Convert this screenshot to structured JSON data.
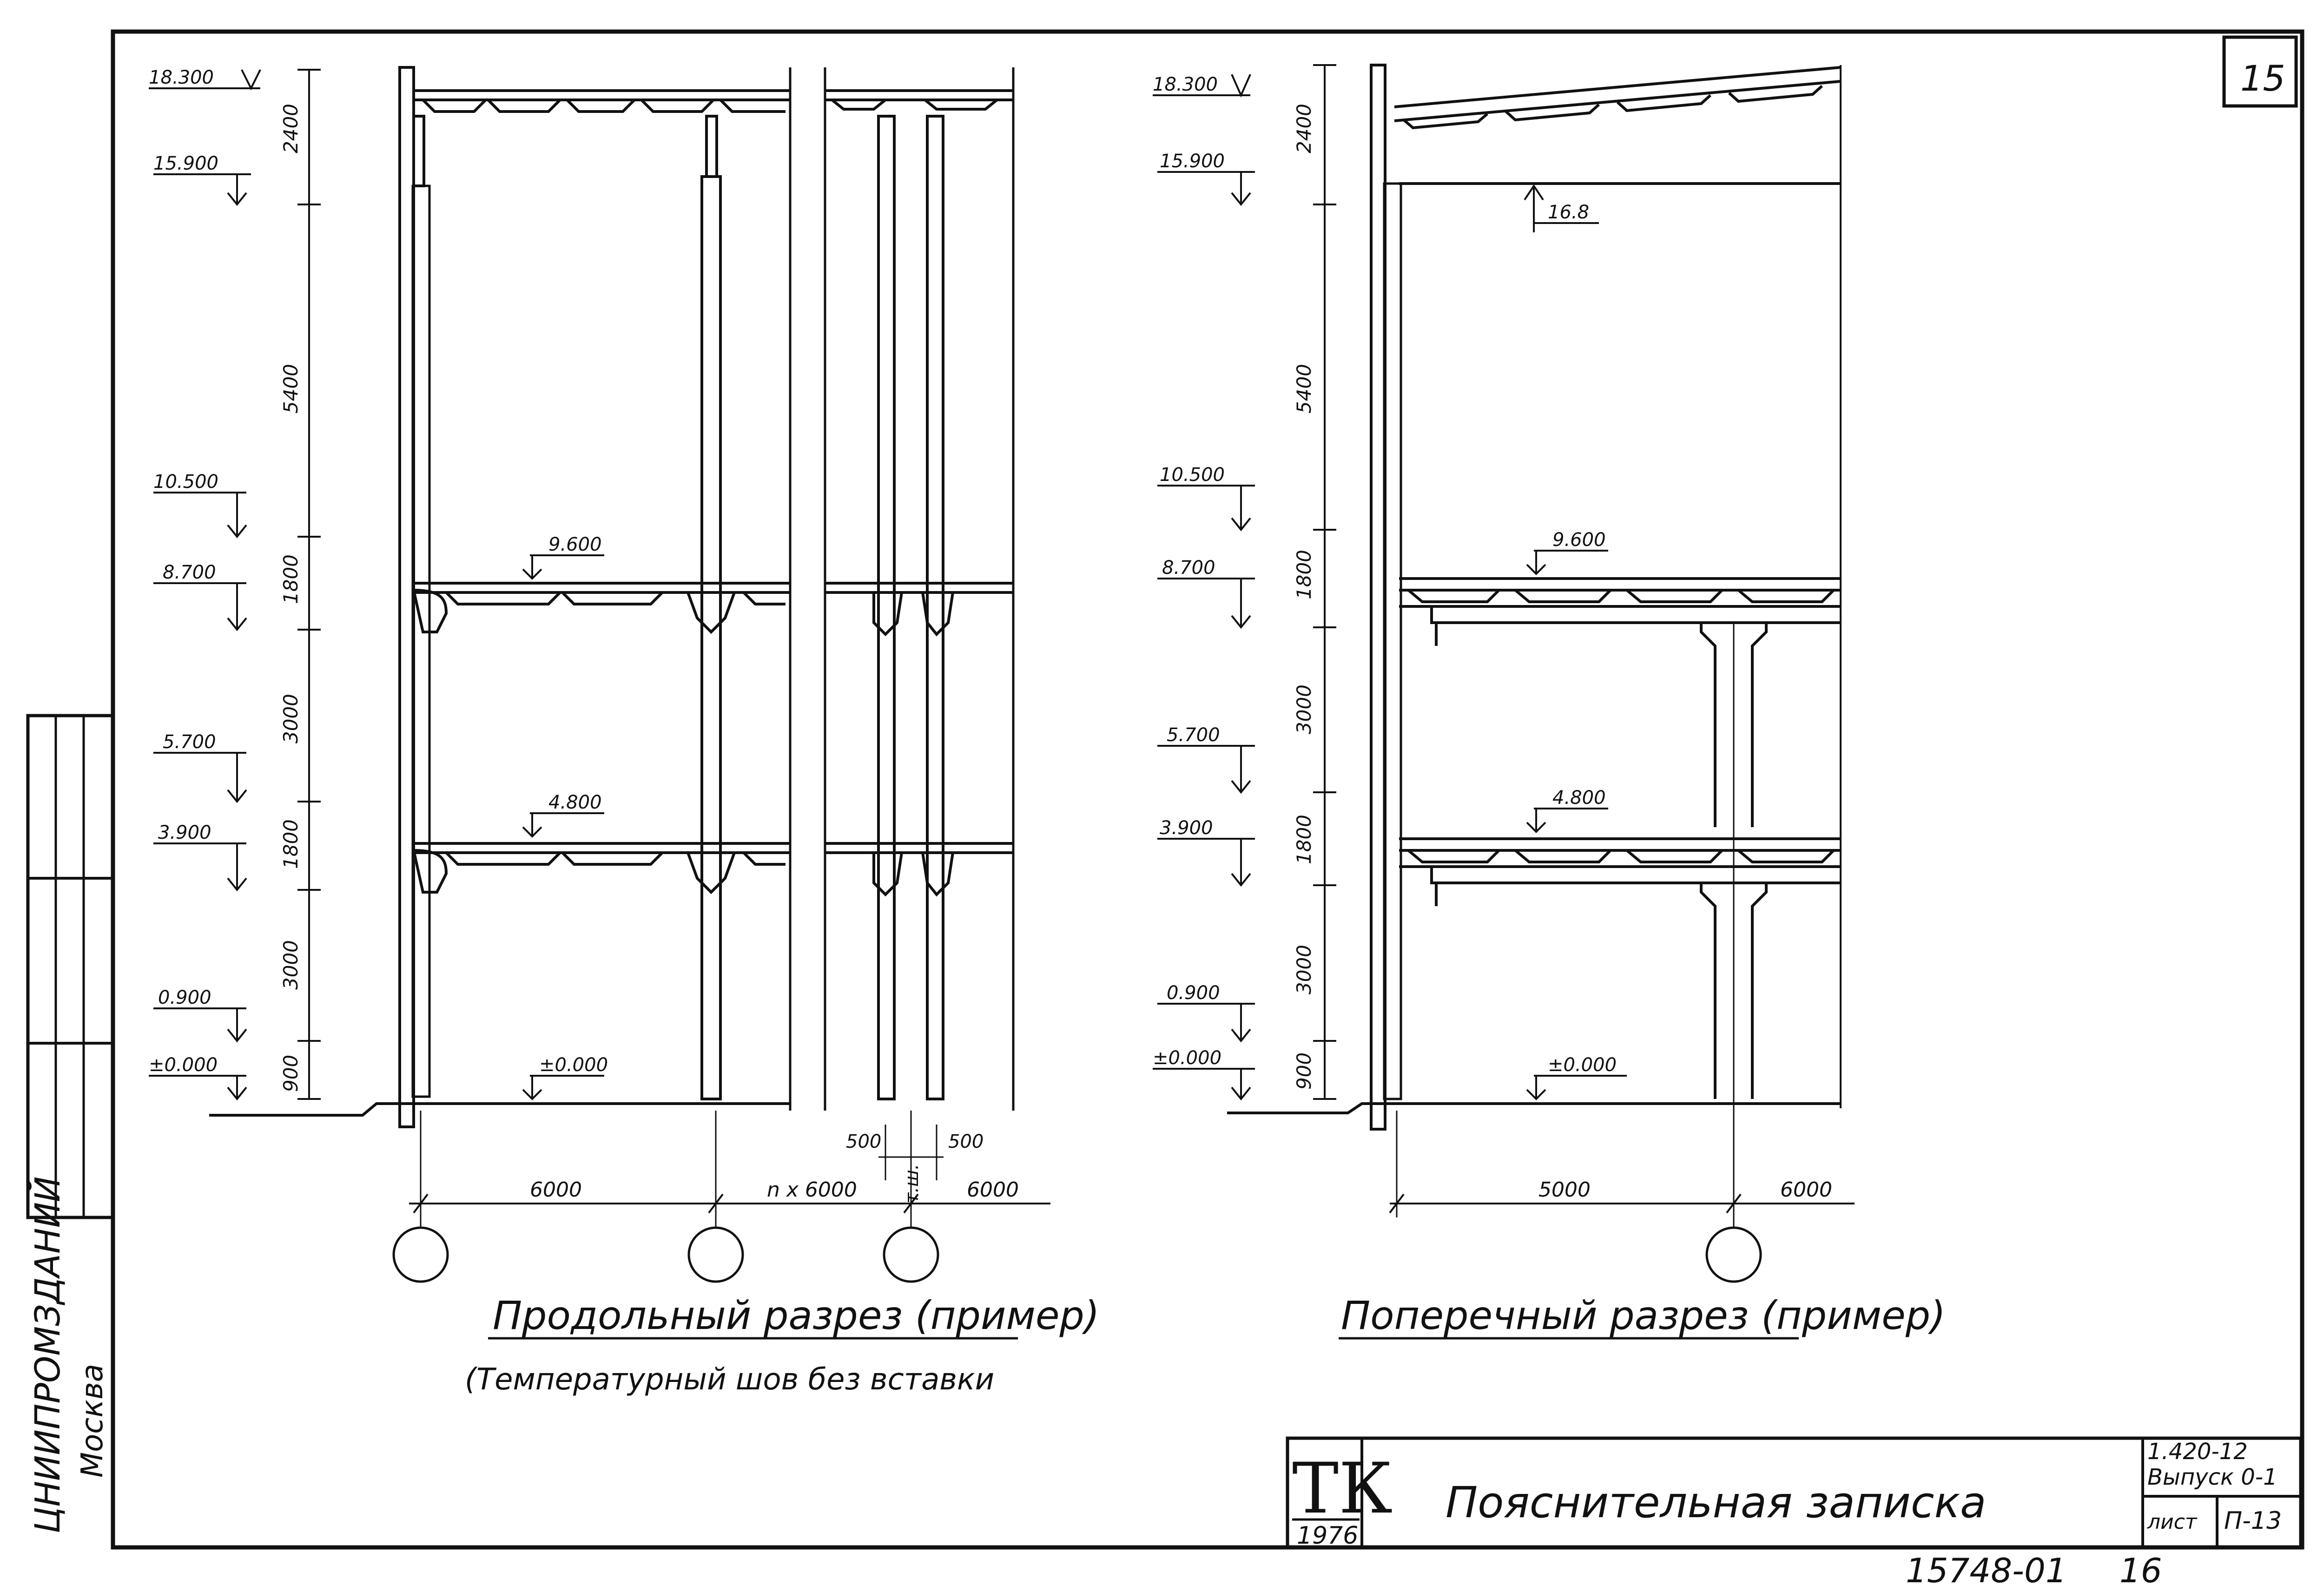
{
  "sheet": {
    "corner_number": "15"
  },
  "left_section": {
    "elevations": [
      {
        "key": "e18300",
        "label": "18.300"
      },
      {
        "key": "e15900",
        "label": "15.900"
      },
      {
        "key": "e10500",
        "label": "10.500"
      },
      {
        "key": "e8700",
        "label": "8.700"
      },
      {
        "key": "e5700",
        "label": "5.700"
      },
      {
        "key": "e3900",
        "label": "3.900"
      },
      {
        "key": "e0900",
        "label": "0.900"
      },
      {
        "key": "e0000",
        "label": "±0.000"
      }
    ],
    "floor_marks": [
      "9.600",
      "4.800",
      "±0.000"
    ],
    "vertical_dims": [
      "2400",
      "5400",
      "1800",
      "3000",
      "1800",
      "3000",
      "900"
    ],
    "horizontal_dims": [
      "6000",
      "n x 6000",
      "6000"
    ],
    "joint_dims": [
      "500",
      "500"
    ],
    "joint_label": "т.ш.",
    "title": "Продольный разрез (пример)",
    "subtitle": "(Температурный шов без вставки"
  },
  "right_section": {
    "elevations": [
      {
        "key": "e18300",
        "label": "18.300"
      },
      {
        "key": "e15900",
        "label": "15.900"
      },
      {
        "key": "e10500",
        "label": "10.500"
      },
      {
        "key": "e8700",
        "label": "8.700"
      },
      {
        "key": "e5700",
        "label": "5.700"
      },
      {
        "key": "e3900",
        "label": "3.900"
      },
      {
        "key": "e0900",
        "label": "0.900"
      },
      {
        "key": "e0000",
        "label": "±0.000"
      }
    ],
    "floor_marks": [
      "9.600",
      "4.800",
      "±0.000"
    ],
    "crane_mark": "16.8",
    "vertical_dims": [
      "2400",
      "5400",
      "1800",
      "3000",
      "1800",
      "3000",
      "900"
    ],
    "horizontal_dims": [
      "5000",
      "6000"
    ],
    "title": "Поперечный разрез (пример)"
  },
  "side_stamp": {
    "org": "ЦНИИПРОМЗДАНИЙ",
    "city": "Москва"
  },
  "title_block": {
    "logo": "ТК",
    "year": "1976",
    "doc_title": "Пояснительная записка",
    "series": "1.420-12",
    "issue": "Выпуск 0-1",
    "sheet_label": "лист",
    "sheet_value": "П-13"
  },
  "footer": {
    "code": "15748-01",
    "page": "16"
  }
}
